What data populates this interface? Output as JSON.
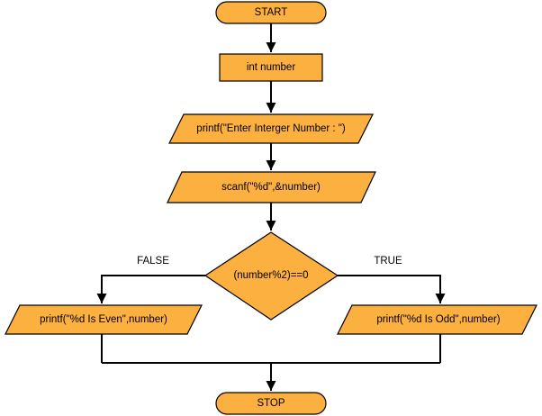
{
  "theme": {
    "node_fill": "#fbb040",
    "line_color": "#000000"
  },
  "nodes": {
    "start": "START",
    "declare": "int number",
    "prompt": "printf(\"Enter Interger Number : \")",
    "read": "scanf(\"%d\",&number)",
    "decision": "(number%2)==0",
    "even": "printf(\"%d Is Even\",number)",
    "odd": "printf(\"%d Is Odd\",number)",
    "stop": "STOP"
  },
  "branches": {
    "false": "FALSE",
    "true": "TRUE"
  }
}
